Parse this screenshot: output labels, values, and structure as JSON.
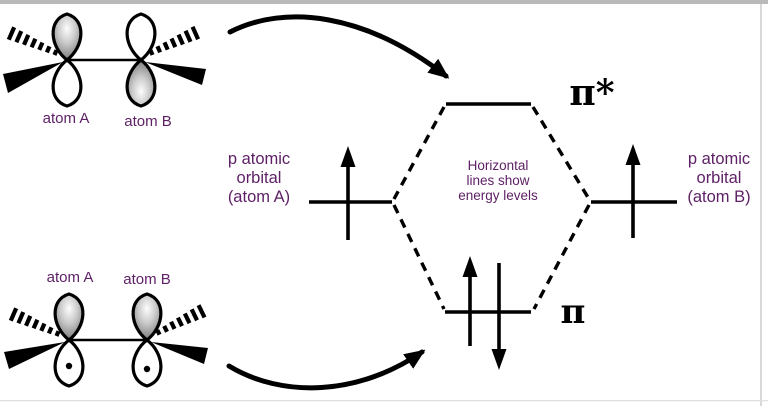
{
  "figure": {
    "top_pair": {
      "atom_a": "atom A",
      "atom_b": "atom B"
    },
    "bottom_pair": {
      "atom_a": "atom A",
      "atom_b": "atom B"
    },
    "left_caption": {
      "l1": "p atomic",
      "l2": "orbital",
      "l3": "(atom A)"
    },
    "right_caption": {
      "l1": "p atomic",
      "l2": "orbital",
      "l3": "(atom B)"
    },
    "center_note": {
      "l1": "Horizontal",
      "l2": "lines show",
      "l3": "energy levels"
    },
    "pi_star_label": "π*",
    "pi_label": "π",
    "colors": {
      "label_purple": "#5e2166",
      "line_black": "#000000",
      "top_bar_gray": "#b9b9b9",
      "right_edge_gray": "#d8d8d8",
      "bottom_edge_gray": "#e0e0e0"
    }
  }
}
